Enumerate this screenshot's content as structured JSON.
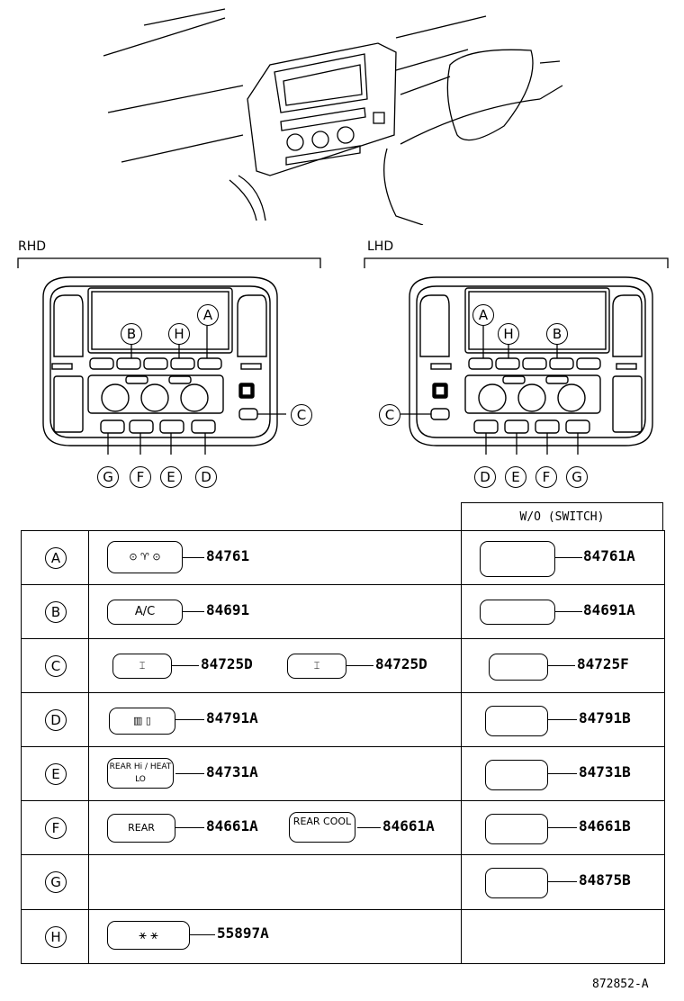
{
  "layouts": {
    "rhd_label": "RHD",
    "lhd_label": "LHD",
    "rhd_callouts": [
      "A",
      "B",
      "H",
      "C",
      "G",
      "F",
      "E",
      "D"
    ],
    "lhd_callouts": [
      "A",
      "H",
      "B",
      "C",
      "D",
      "E",
      "F",
      "G"
    ]
  },
  "table": {
    "header": "W/O (SWITCH)",
    "rows": [
      {
        "key": "A",
        "parts": [
          {
            "label": "⊙ ♈ ⊙",
            "number": "84761"
          }
        ],
        "alt": "84761A"
      },
      {
        "key": "B",
        "parts": [
          {
            "label": "A/C",
            "number": "84691"
          }
        ],
        "alt": "84691A"
      },
      {
        "key": "C",
        "parts": [
          {
            "label": "⌶",
            "number": "84725D"
          },
          {
            "label": "⌶",
            "number": "84725D"
          }
        ],
        "alt": "84725F"
      },
      {
        "key": "D",
        "parts": [
          {
            "label": "▥ ▯",
            "number": "84791A"
          }
        ],
        "alt": "84791B"
      },
      {
        "key": "E",
        "parts": [
          {
            "label": "REAR Hi / HEAT LO",
            "number": "84731A"
          }
        ],
        "alt": "84731B"
      },
      {
        "key": "F",
        "parts": [
          {
            "label": "REAR",
            "number": "84661A"
          },
          {
            "label": "REAR COOL",
            "number": "84661A"
          }
        ],
        "alt": "84661B"
      },
      {
        "key": "G",
        "parts": [],
        "alt": "84875B"
      },
      {
        "key": "H",
        "parts": [
          {
            "label": "⚹ ⚹",
            "number": "55897A"
          }
        ],
        "alt": ""
      }
    ]
  },
  "figure_code": "872852-A"
}
